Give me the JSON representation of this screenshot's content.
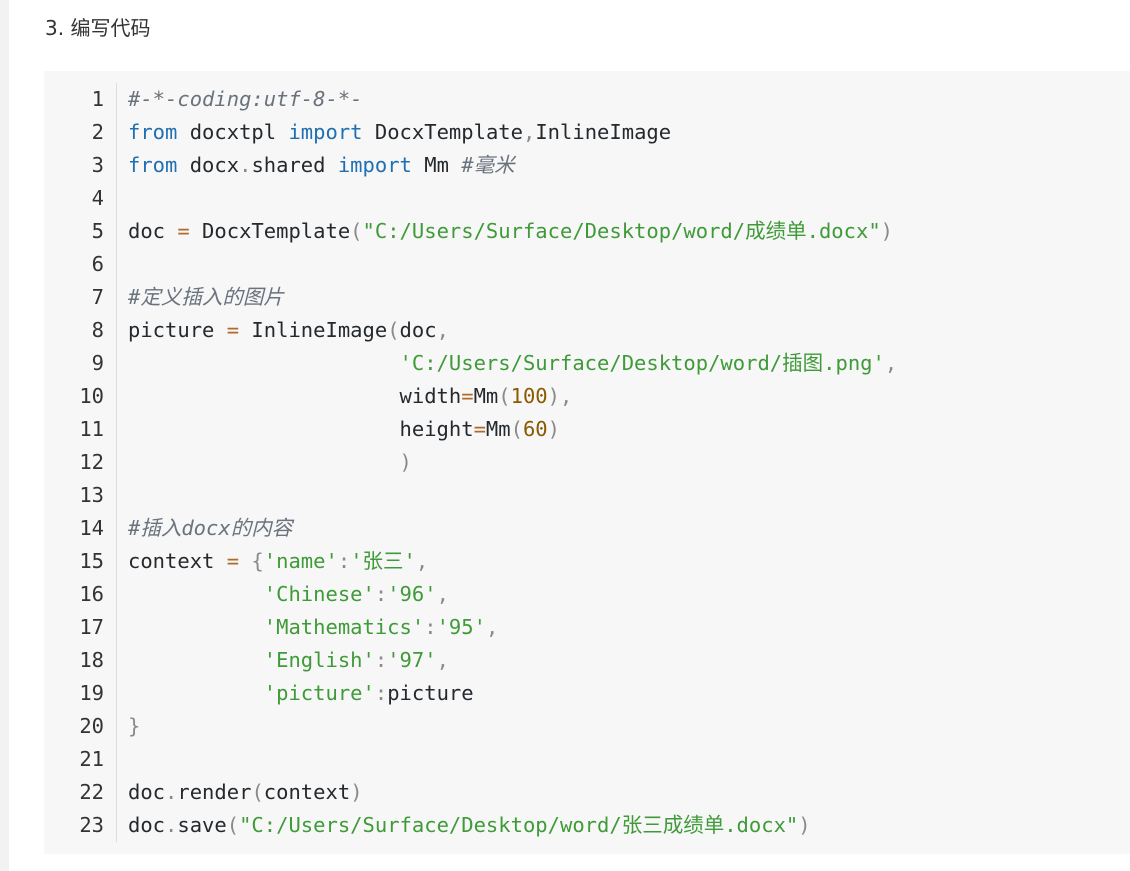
{
  "heading": "3. 编写代码",
  "colors": {
    "comment": "#6a737d",
    "keyword": "#1f6fb2",
    "string": "#3f9a38",
    "number": "#8b5a00",
    "operator": "#b06a2a",
    "punct": "#8a8a8a",
    "name": "#24292e",
    "block_background": "#f7f7f7"
  },
  "code": {
    "lines": [
      {
        "number": "1",
        "tokens": [
          {
            "text": "#-*-coding:utf-8-*-",
            "type": "comment"
          }
        ]
      },
      {
        "number": "2",
        "tokens": [
          {
            "text": "from",
            "type": "keyword"
          },
          {
            "text": " docxtpl ",
            "type": "name"
          },
          {
            "text": "import",
            "type": "keyword"
          },
          {
            "text": " DocxTemplate",
            "type": "name"
          },
          {
            "text": ",",
            "type": "punct"
          },
          {
            "text": "InlineImage",
            "type": "name"
          }
        ]
      },
      {
        "number": "3",
        "tokens": [
          {
            "text": "from",
            "type": "keyword"
          },
          {
            "text": " docx",
            "type": "name"
          },
          {
            "text": ".",
            "type": "punct"
          },
          {
            "text": "shared ",
            "type": "name"
          },
          {
            "text": "import",
            "type": "keyword"
          },
          {
            "text": " Mm ",
            "type": "name"
          },
          {
            "text": "#毫米",
            "type": "comment"
          }
        ]
      },
      {
        "number": "4",
        "tokens": []
      },
      {
        "number": "5",
        "tokens": [
          {
            "text": "doc ",
            "type": "name"
          },
          {
            "text": "=",
            "type": "operator"
          },
          {
            "text": " DocxTemplate",
            "type": "name"
          },
          {
            "text": "(",
            "type": "punct"
          },
          {
            "text": "\"C:/Users/Surface/Desktop/word/成绩单.docx\"",
            "type": "string"
          },
          {
            "text": ")",
            "type": "punct"
          }
        ]
      },
      {
        "number": "6",
        "tokens": []
      },
      {
        "number": "7",
        "tokens": [
          {
            "text": "#定义插入的图片",
            "type": "comment"
          }
        ]
      },
      {
        "number": "8",
        "tokens": [
          {
            "text": "picture ",
            "type": "name"
          },
          {
            "text": "=",
            "type": "operator"
          },
          {
            "text": " InlineImage",
            "type": "name"
          },
          {
            "text": "(",
            "type": "punct"
          },
          {
            "text": "doc",
            "type": "name"
          },
          {
            "text": ",",
            "type": "punct"
          }
        ]
      },
      {
        "number": "9",
        "tokens": [
          {
            "text": "                      ",
            "type": "name"
          },
          {
            "text": "'C:/Users/Surface/Desktop/word/插图.png'",
            "type": "string"
          },
          {
            "text": ",",
            "type": "punct"
          }
        ]
      },
      {
        "number": "10",
        "tokens": [
          {
            "text": "                      width",
            "type": "name"
          },
          {
            "text": "=",
            "type": "operator"
          },
          {
            "text": "Mm",
            "type": "name"
          },
          {
            "text": "(",
            "type": "punct"
          },
          {
            "text": "100",
            "type": "number"
          },
          {
            "text": "),",
            "type": "punct"
          }
        ]
      },
      {
        "number": "11",
        "tokens": [
          {
            "text": "                      height",
            "type": "name"
          },
          {
            "text": "=",
            "type": "operator"
          },
          {
            "text": "Mm",
            "type": "name"
          },
          {
            "text": "(",
            "type": "punct"
          },
          {
            "text": "60",
            "type": "number"
          },
          {
            "text": ")",
            "type": "punct"
          }
        ]
      },
      {
        "number": "12",
        "tokens": [
          {
            "text": "                      ",
            "type": "name"
          },
          {
            "text": ")",
            "type": "punct"
          }
        ]
      },
      {
        "number": "13",
        "tokens": []
      },
      {
        "number": "14",
        "tokens": [
          {
            "text": "#插入docx的内容",
            "type": "comment"
          }
        ]
      },
      {
        "number": "15",
        "tokens": [
          {
            "text": "context ",
            "type": "name"
          },
          {
            "text": "=",
            "type": "operator"
          },
          {
            "text": " {",
            "type": "punct"
          },
          {
            "text": "'name'",
            "type": "string"
          },
          {
            "text": ":",
            "type": "punct"
          },
          {
            "text": "'张三'",
            "type": "string"
          },
          {
            "text": ",",
            "type": "punct"
          }
        ]
      },
      {
        "number": "16",
        "tokens": [
          {
            "text": "           ",
            "type": "name"
          },
          {
            "text": "'Chinese'",
            "type": "string"
          },
          {
            "text": ":",
            "type": "punct"
          },
          {
            "text": "'96'",
            "type": "string"
          },
          {
            "text": ",",
            "type": "punct"
          }
        ]
      },
      {
        "number": "17",
        "tokens": [
          {
            "text": "           ",
            "type": "name"
          },
          {
            "text": "'Mathematics'",
            "type": "string"
          },
          {
            "text": ":",
            "type": "punct"
          },
          {
            "text": "'95'",
            "type": "string"
          },
          {
            "text": ",",
            "type": "punct"
          }
        ]
      },
      {
        "number": "18",
        "tokens": [
          {
            "text": "           ",
            "type": "name"
          },
          {
            "text": "'English'",
            "type": "string"
          },
          {
            "text": ":",
            "type": "punct"
          },
          {
            "text": "'97'",
            "type": "string"
          },
          {
            "text": ",",
            "type": "punct"
          }
        ]
      },
      {
        "number": "19",
        "tokens": [
          {
            "text": "           ",
            "type": "name"
          },
          {
            "text": "'picture'",
            "type": "string"
          },
          {
            "text": ":",
            "type": "punct"
          },
          {
            "text": "picture",
            "type": "name"
          }
        ]
      },
      {
        "number": "20",
        "tokens": [
          {
            "text": "}",
            "type": "punct"
          }
        ]
      },
      {
        "number": "21",
        "tokens": []
      },
      {
        "number": "22",
        "tokens": [
          {
            "text": "doc",
            "type": "name"
          },
          {
            "text": ".",
            "type": "punct"
          },
          {
            "text": "render",
            "type": "name"
          },
          {
            "text": "(",
            "type": "punct"
          },
          {
            "text": "context",
            "type": "name"
          },
          {
            "text": ")",
            "type": "punct"
          }
        ]
      },
      {
        "number": "23",
        "tokens": [
          {
            "text": "doc",
            "type": "name"
          },
          {
            "text": ".",
            "type": "punct"
          },
          {
            "text": "save",
            "type": "name"
          },
          {
            "text": "(",
            "type": "punct"
          },
          {
            "text": "\"C:/Users/Surface/Desktop/word/张三成绩单.docx\"",
            "type": "string"
          },
          {
            "text": ")",
            "type": "punct"
          }
        ]
      }
    ]
  }
}
